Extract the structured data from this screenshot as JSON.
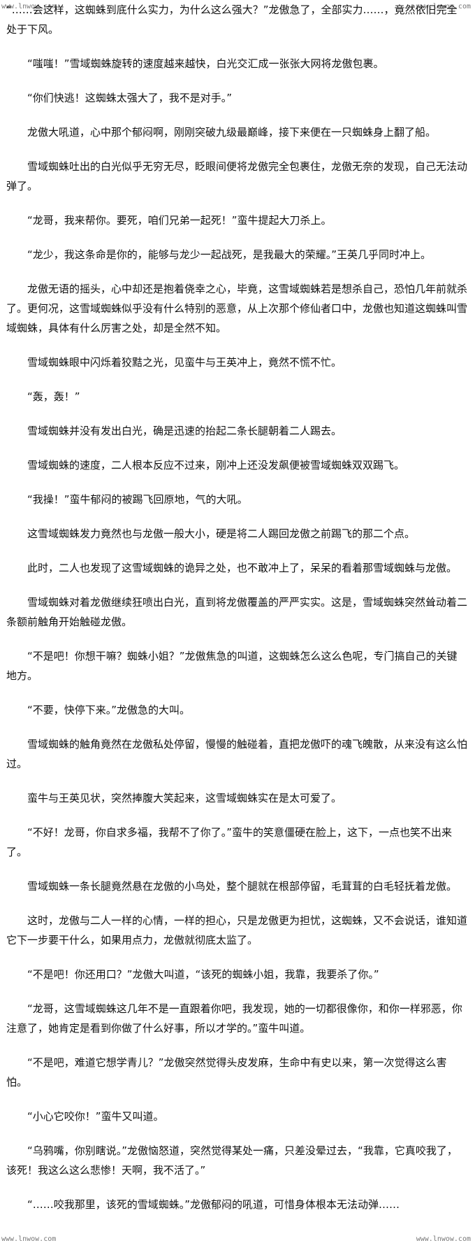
{
  "watermarks": {
    "top_left": "www.lnwow.com",
    "top_right": "www.lnwow.com",
    "bottom_left": "www.lnwow.com",
    "bottom_right": "www.lnwow.com"
  },
  "paragraphs": [
    "“……会这样，这蜘蛛到底什么实力，为什么这么强大？”龙傲急了，全部实力……，竟然依旧完全处于下风。",
    "“嗤嗤！”雪域蜘蛛旋转的速度越来越快，白光交汇成一张张大网将龙傲包裹。",
    "“你们快逃！这蜘蛛太强大了，我不是对手。”",
    "龙傲大吼道，心中那个郁闷啊，刚刚突破九级最巅峰，接下来便在一只蜘蛛身上翻了船。",
    "雪域蜘蛛吐出的白光似乎无穷无尽，眨眼间便将龙傲完全包裹住，龙傲无奈的发现，自己无法动弹了。",
    "“龙哥，我来帮你。要死，咱们兄弟一起死！”蛮牛提起大刀杀上。",
    "“龙少，我这条命是你的，能够与龙少一起战死，是我最大的荣耀。”王英几乎同时冲上。",
    "龙傲无语的摇头，心中却还是抱着侥幸之心，毕竟，这雪域蜘蛛若是想杀自己，恐怕几年前就杀了。更何况，这雪域蜘蛛似乎没有什么特别的恶意，从上次那个修仙者口中，龙傲也知道这蜘蛛叫雪域蜘蛛，具体有什么厉害之处，却是全然不知。",
    "雪域蜘蛛眼中闪烁着狡黠之光，见蛮牛与王英冲上，竟然不慌不忙。",
    "“轰，轰！”",
    "雪域蜘蛛并没有发出白光，确是迅速的抬起二条长腿朝着二人踢去。",
    "雪域蜘蛛的速度，二人根本反应不过来，刚冲上还没发飙便被雪域蜘蛛双双踢飞。",
    "“我操！”蛮牛郁闷的被踢飞回原地，气的大吼。",
    "这雪域蜘蛛发力竟然也与龙傲一般大小，硬是将二人踢回龙傲之前踢飞的那二个点。",
    "此时，二人也发现了这雪域蜘蛛的诡异之处，也不敢冲上了，呆呆的看着那雪域蜘蛛与龙傲。",
    "雪域蜘蛛对着龙傲继续狂喷出白光，直到将龙傲覆盖的严严实实。这是，雪域蜘蛛突然耸动着二条额前触角开始触碰龙傲。",
    "“不是吧！你想干嘛？蜘蛛小姐？”龙傲焦急的叫道，这蜘蛛怎么这么色呢，专门搞自己的关键地方。",
    "“不要，快停下来。”龙傲急的大叫。",
    "雪域蜘蛛的触角竟然在龙傲私处停留，慢慢的触碰着，直把龙傲吓的魂飞魄散，从来没有这么怕过。",
    "蛮牛与王英见状，突然捧腹大笑起来，这雪域蜘蛛实在是太可爱了。",
    "“不好！龙哥，你自求多福，我帮不了你了。”蛮牛的笑意僵硬在脸上，这下，一点也笑不出来了。",
    "雪域蜘蛛一条长腿竟然悬在龙傲的小鸟处，整个腿就在根部停留，毛茸茸的白毛轻抚着龙傲。",
    "这时，龙傲与二人一样的心情，一样的担心，只是龙傲更为担忧，这蜘蛛，又不会说话，谁知道它下一步要干什么，如果用点力，龙傲就彻底太监了。",
    "“不是吧！你还用口？”龙傲大叫道，“该死的蜘蛛小姐，我靠，我要杀了你。”",
    "“龙哥，这雪域蜘蛛这几年不是一直跟着你吧，我发现，她的一切都很像你，和你一样邪恶，你注意了，她肯定是看到你做了什么好事，所以才学的。”蛮牛叫道。",
    "“不是吧，难道它想学青儿？”龙傲突然觉得头皮发麻，生命中有史以来，第一次觉得这么害怕。",
    "“小心它咬你！”蛮牛又叫道。",
    "“乌鸦嘴，你别瞎说。”龙傲恼怒道，突然觉得某处一痛，只差没晕过去，“我靠，它真咬我了，该死！我这么这么悲惨！天啊，我不活了。”",
    "“……咬我那里，该死的雪域蜘蛛。”龙傲郁闷的吼道，可惜身体根本无法动弹……"
  ]
}
